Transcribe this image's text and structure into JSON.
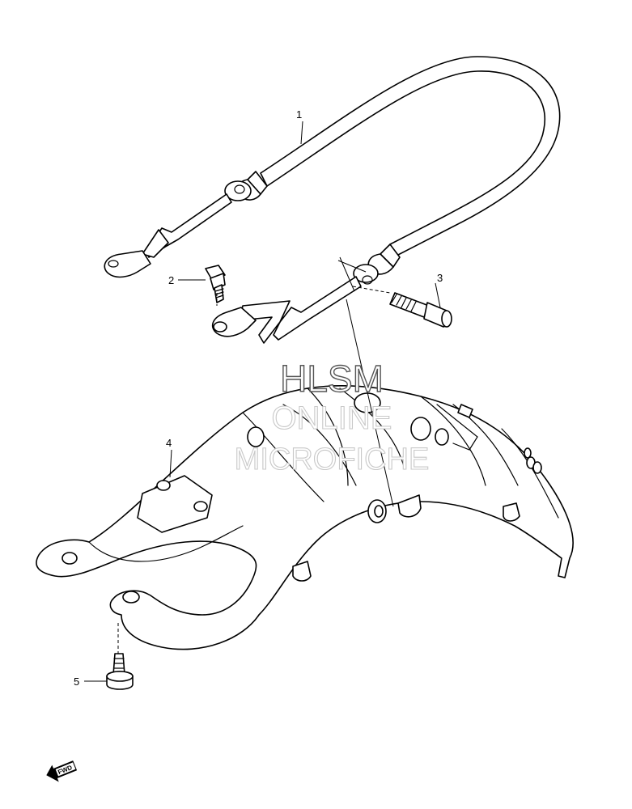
{
  "diagram": {
    "callouts": [
      {
        "id": "1"
      },
      {
        "id": "2"
      },
      {
        "id": "3"
      },
      {
        "id": "4"
      },
      {
        "id": "5"
      }
    ],
    "watermark": {
      "line1": "HLSM",
      "line2": "ONLINE",
      "line3": "MICROFICHE"
    },
    "direction_badge": "FWD"
  }
}
